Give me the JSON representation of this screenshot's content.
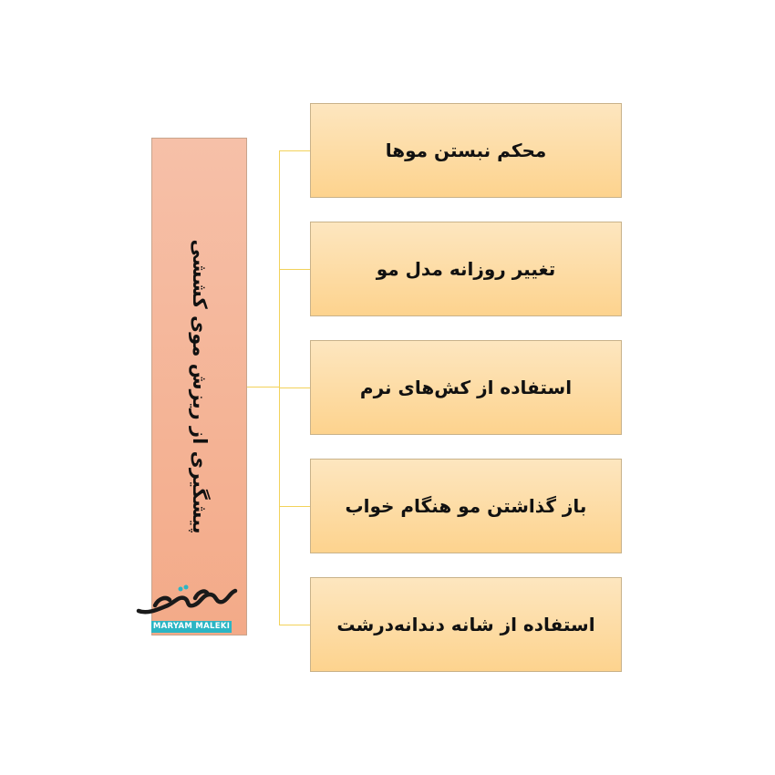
{
  "diagram": {
    "root": {
      "label": "پیشگیری از ریزش موی کششی"
    },
    "branches": [
      {
        "label": "محکم نبستن موها"
      },
      {
        "label": "تغییر روزانه مدل مو"
      },
      {
        "label": "استفاده از کش‌های نرم"
      },
      {
        "label": "باز گذاشتن مو هنگام خواب"
      },
      {
        "label": "استفاده از شانه دندانه‌درشت"
      }
    ]
  },
  "watermark": {
    "logo_text": "مریم ملکی",
    "caption": "MARYAM MALEKI"
  },
  "colors": {
    "root_fill": "#f4b08f",
    "branch_fill": "#fddba4",
    "connector": "#f2d25a",
    "logo_accent": "#2bb5c4"
  }
}
